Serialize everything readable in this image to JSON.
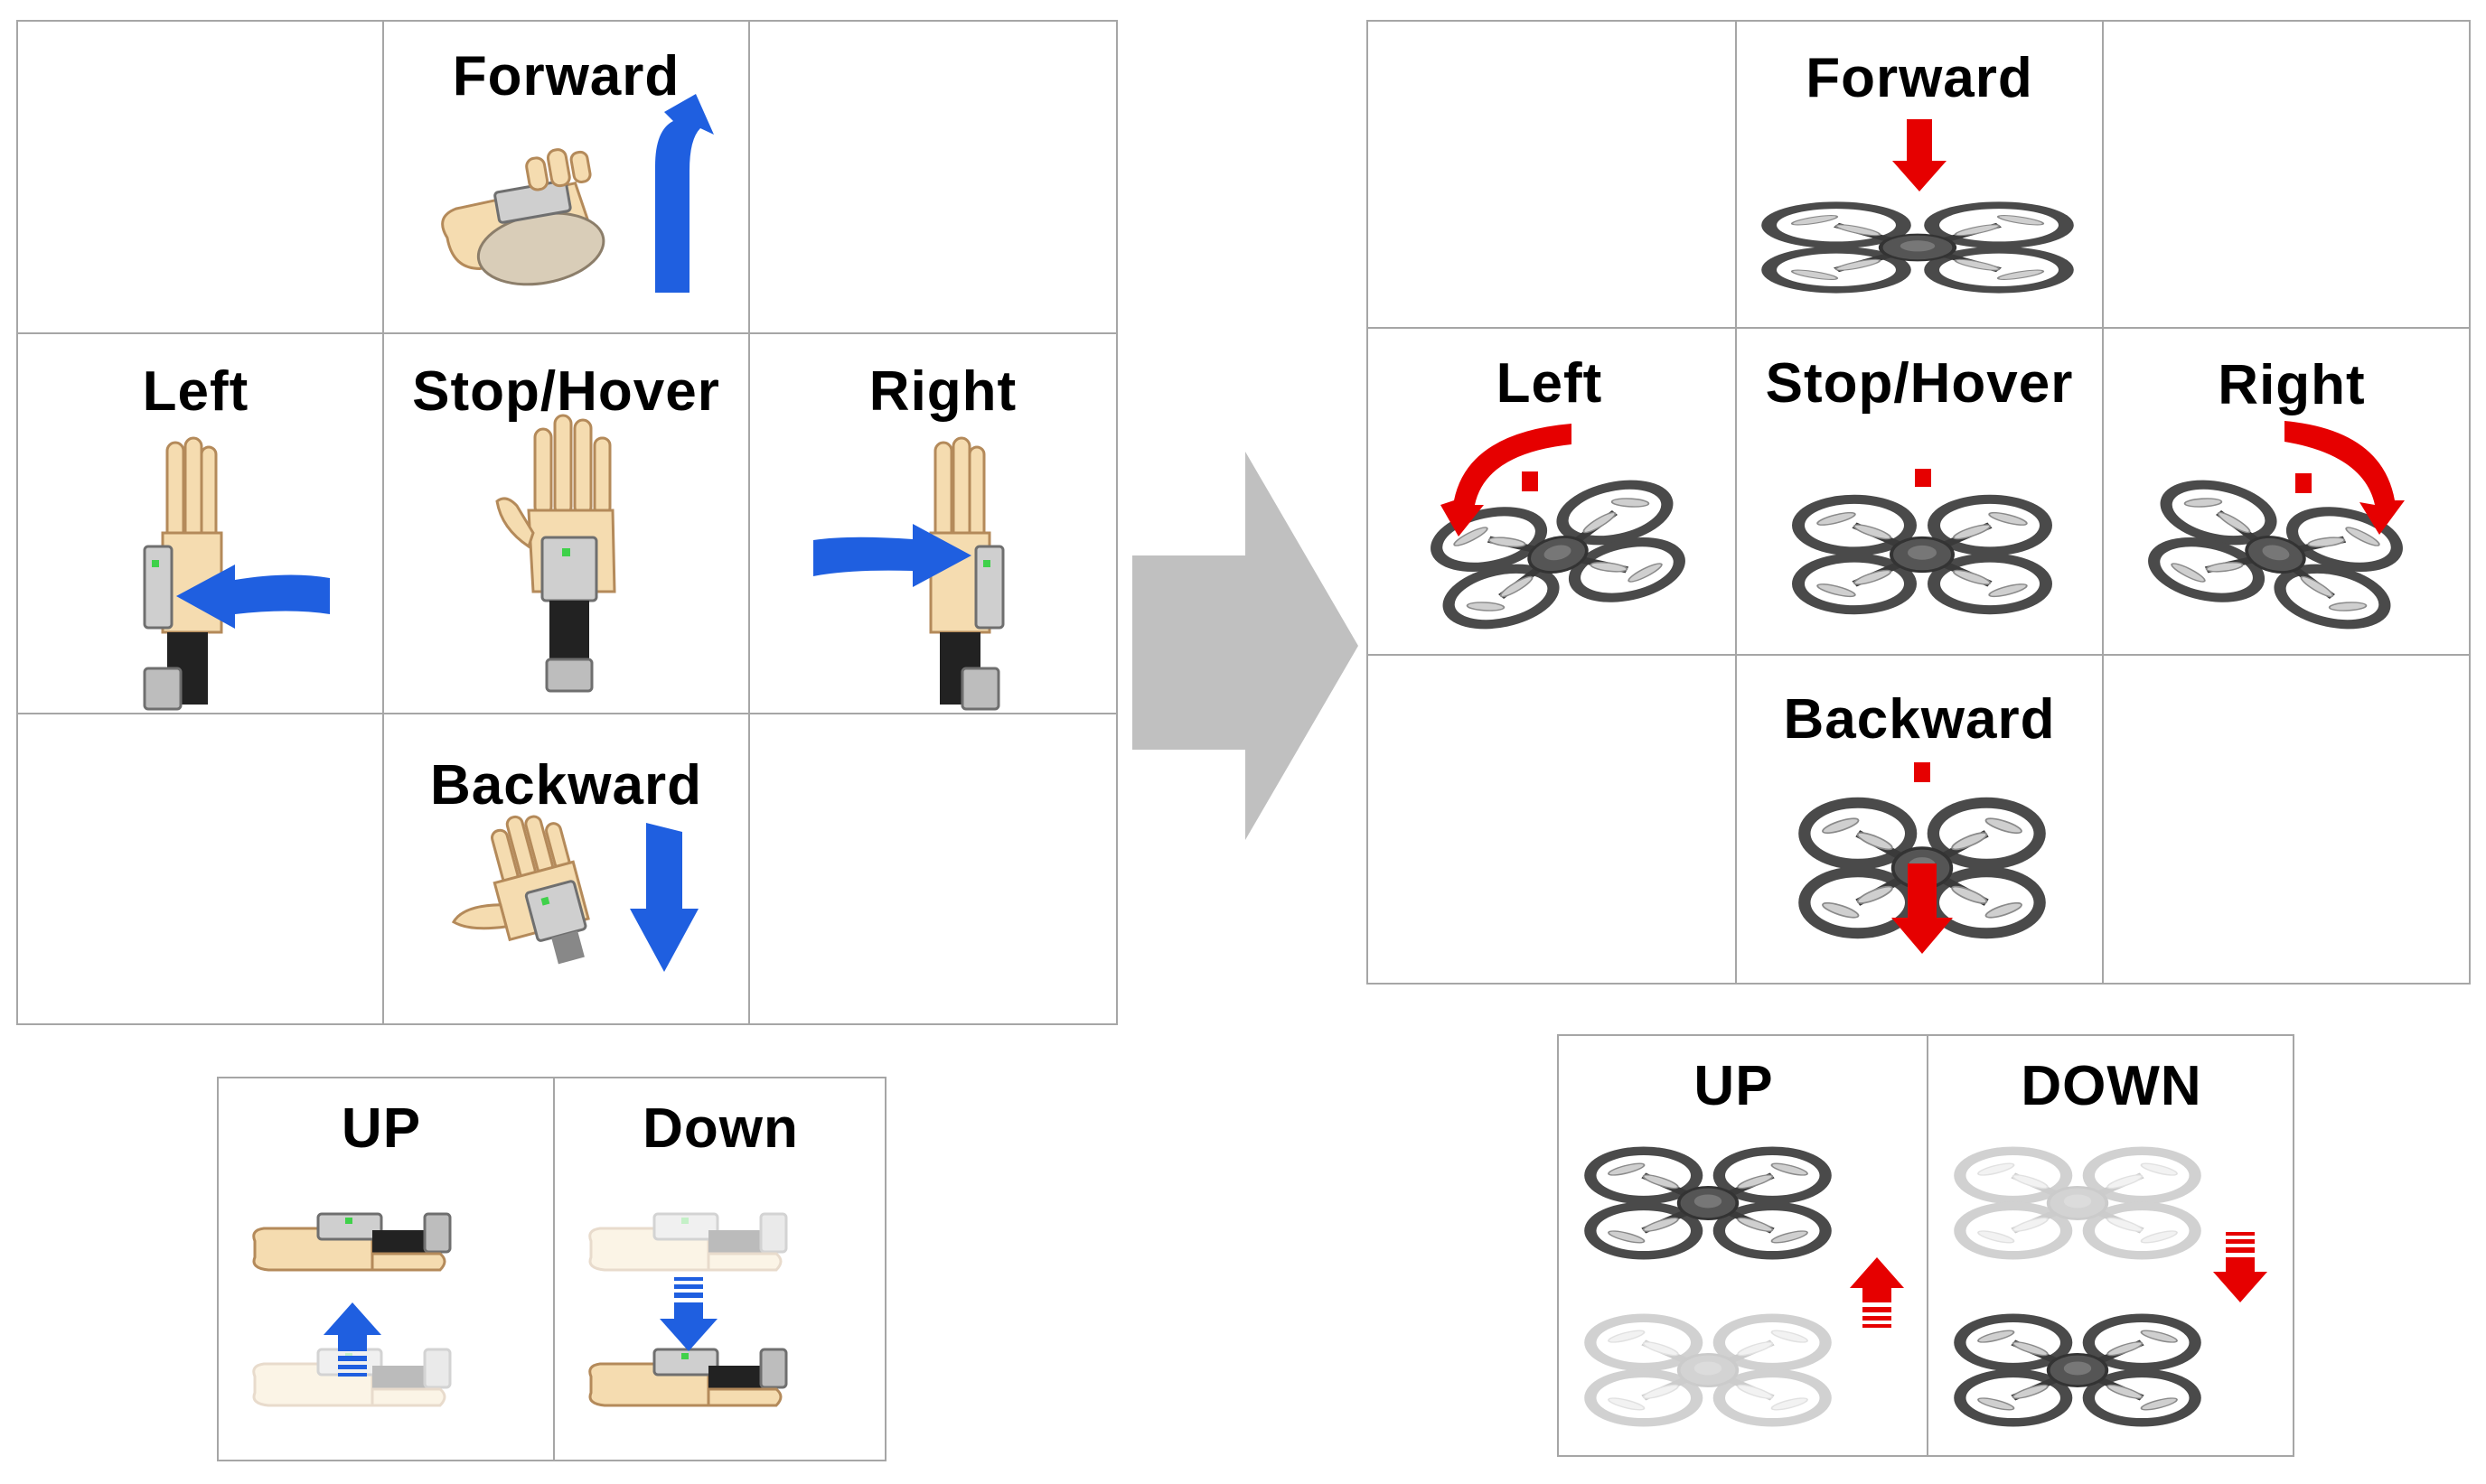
{
  "hand_grid": {
    "forward": "Forward",
    "left": "Left",
    "stop_hover": "Stop/Hover",
    "right": "Right",
    "backward": "Backward"
  },
  "hand_updown": {
    "up": "UP",
    "down": "Down"
  },
  "drone_grid": {
    "forward": "Forward",
    "left": "Left",
    "stop_hover": "Stop/Hover",
    "right": "Right",
    "backward": "Backward"
  },
  "drone_updown": {
    "up": "UP",
    "down": "DOWN"
  },
  "icons": {
    "gesture_arrow": "blue-arrow-icon",
    "drone_arrow": "red-arrow-icon",
    "transition_arrow": "gray-arrow-icon",
    "hand": "hand-with-sensor-icon",
    "drone": "quadcopter-icon"
  },
  "colors": {
    "gesture_arrow": "#1f5fe0",
    "drone_arrow": "#e60000",
    "drone_body": "#4a4a4a",
    "skin": "#f5dcb0",
    "grid_line": "#a6a6a6",
    "transition_arrow": "#c0c0c0"
  }
}
